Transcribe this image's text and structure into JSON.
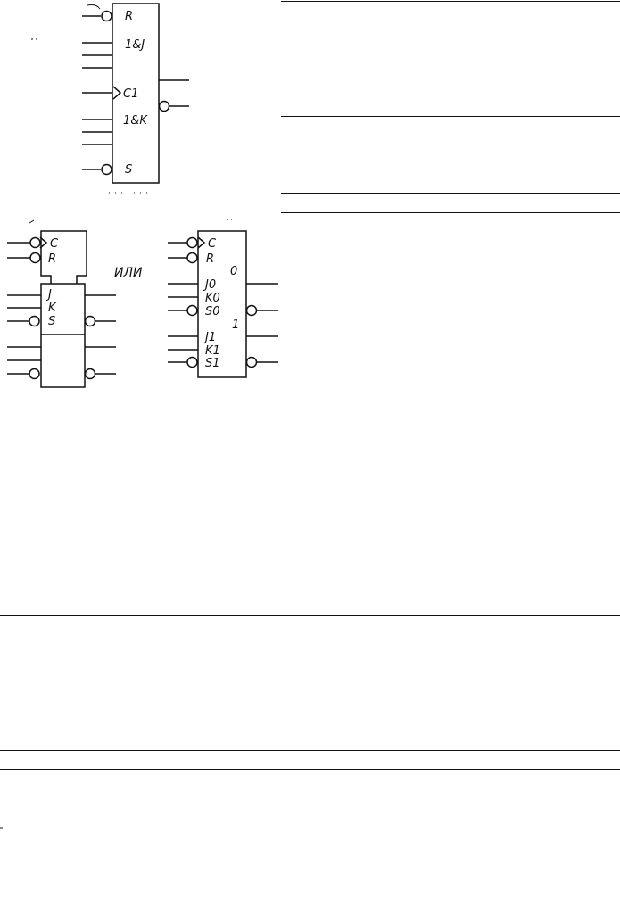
{
  "symbol_main": {
    "pins": [
      "R",
      "1&J",
      "C1",
      "1&K",
      "S"
    ]
  },
  "symbol_split": {
    "pins": [
      "C",
      "R",
      "J",
      "K",
      "S"
    ]
  },
  "separator_word": "ИЛИ",
  "symbol_dual": {
    "pins": [
      "C",
      "R",
      "0",
      "J0",
      "K0",
      "S0",
      "1",
      "J1",
      "K1",
      "S1"
    ]
  },
  "colors": {
    "ink": "#111111",
    "paper": "#ffffff"
  }
}
